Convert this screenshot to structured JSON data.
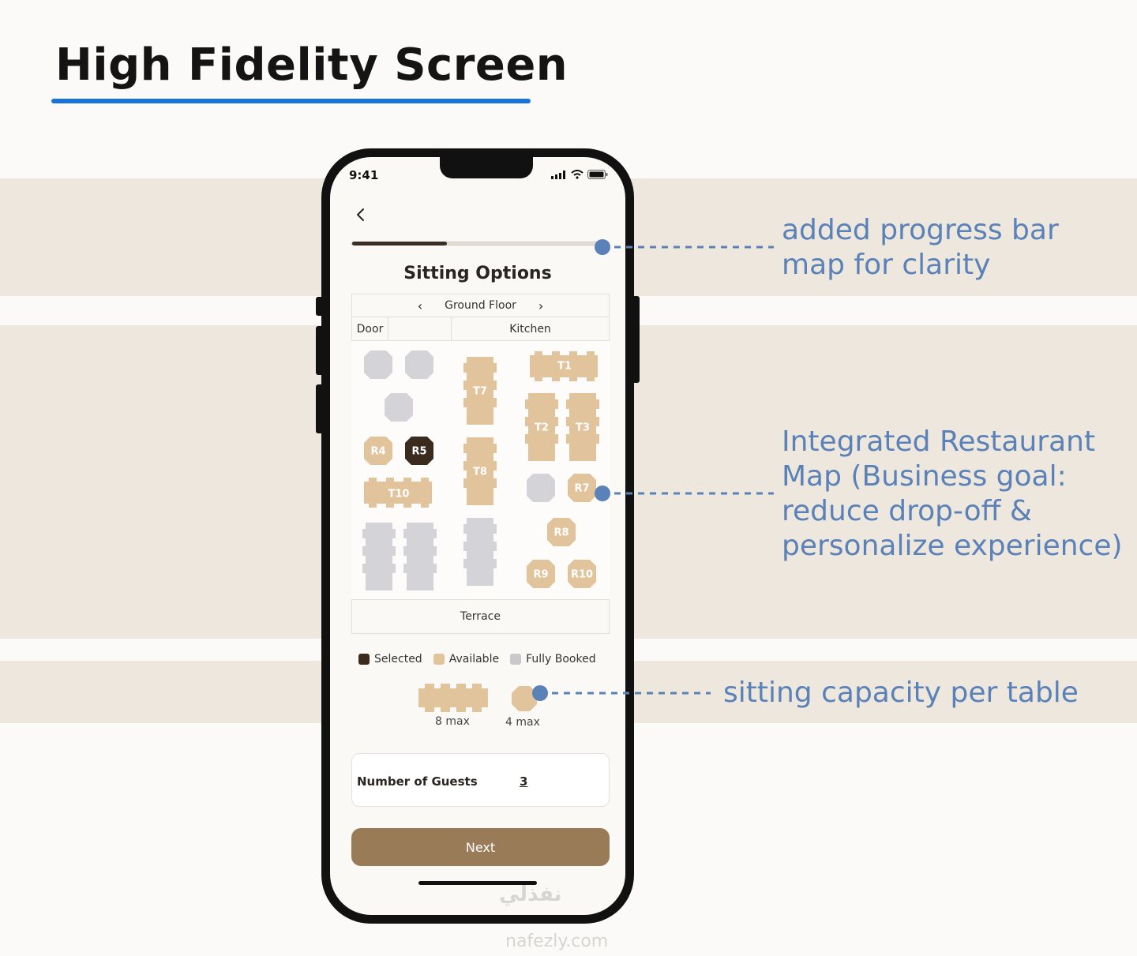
{
  "page": {
    "title": "High Fidelity Screen"
  },
  "status_bar": {
    "time": "9:41"
  },
  "app": {
    "screen_title": "Sitting Options",
    "progress": {
      "fraction": 0.37
    },
    "floor": "Ground Floor",
    "zones": {
      "door": "Door",
      "kitchen": "Kitchen",
      "terrace": "Terrace"
    },
    "tables": [
      "T1",
      "T2",
      "T3",
      "T7",
      "T8",
      "T10",
      "R4",
      "R5",
      "R7",
      "R8",
      "R9",
      "R10"
    ],
    "selected_table": "R5",
    "legend": [
      {
        "label": "Selected",
        "color": "#3a2b1e"
      },
      {
        "label": "Available",
        "color": "#e2c49c"
      },
      {
        "label": "Fully Booked",
        "color": "#c9c9cc"
      }
    ],
    "capacity": [
      {
        "label": "8 max"
      },
      {
        "label": "4 max"
      }
    ],
    "guests": {
      "label": "Number of Guests",
      "value": "3"
    },
    "next_label": "Next"
  },
  "annotations": [
    {
      "text": "added progress bar\nmap for clarity"
    },
    {
      "text": "Integrated Restaurant\nMap (Business goal:\nreduce drop-off &\npersonalize experience)"
    },
    {
      "text": "sitting capacity per table"
    }
  ],
  "colors": {
    "accent": "#1a73d9",
    "annotation": "#5a82b8",
    "button": "#9a7b58",
    "band": "#eee7dd"
  },
  "watermark": {
    "text": "نفذلي",
    "url": "nafezly.com"
  }
}
